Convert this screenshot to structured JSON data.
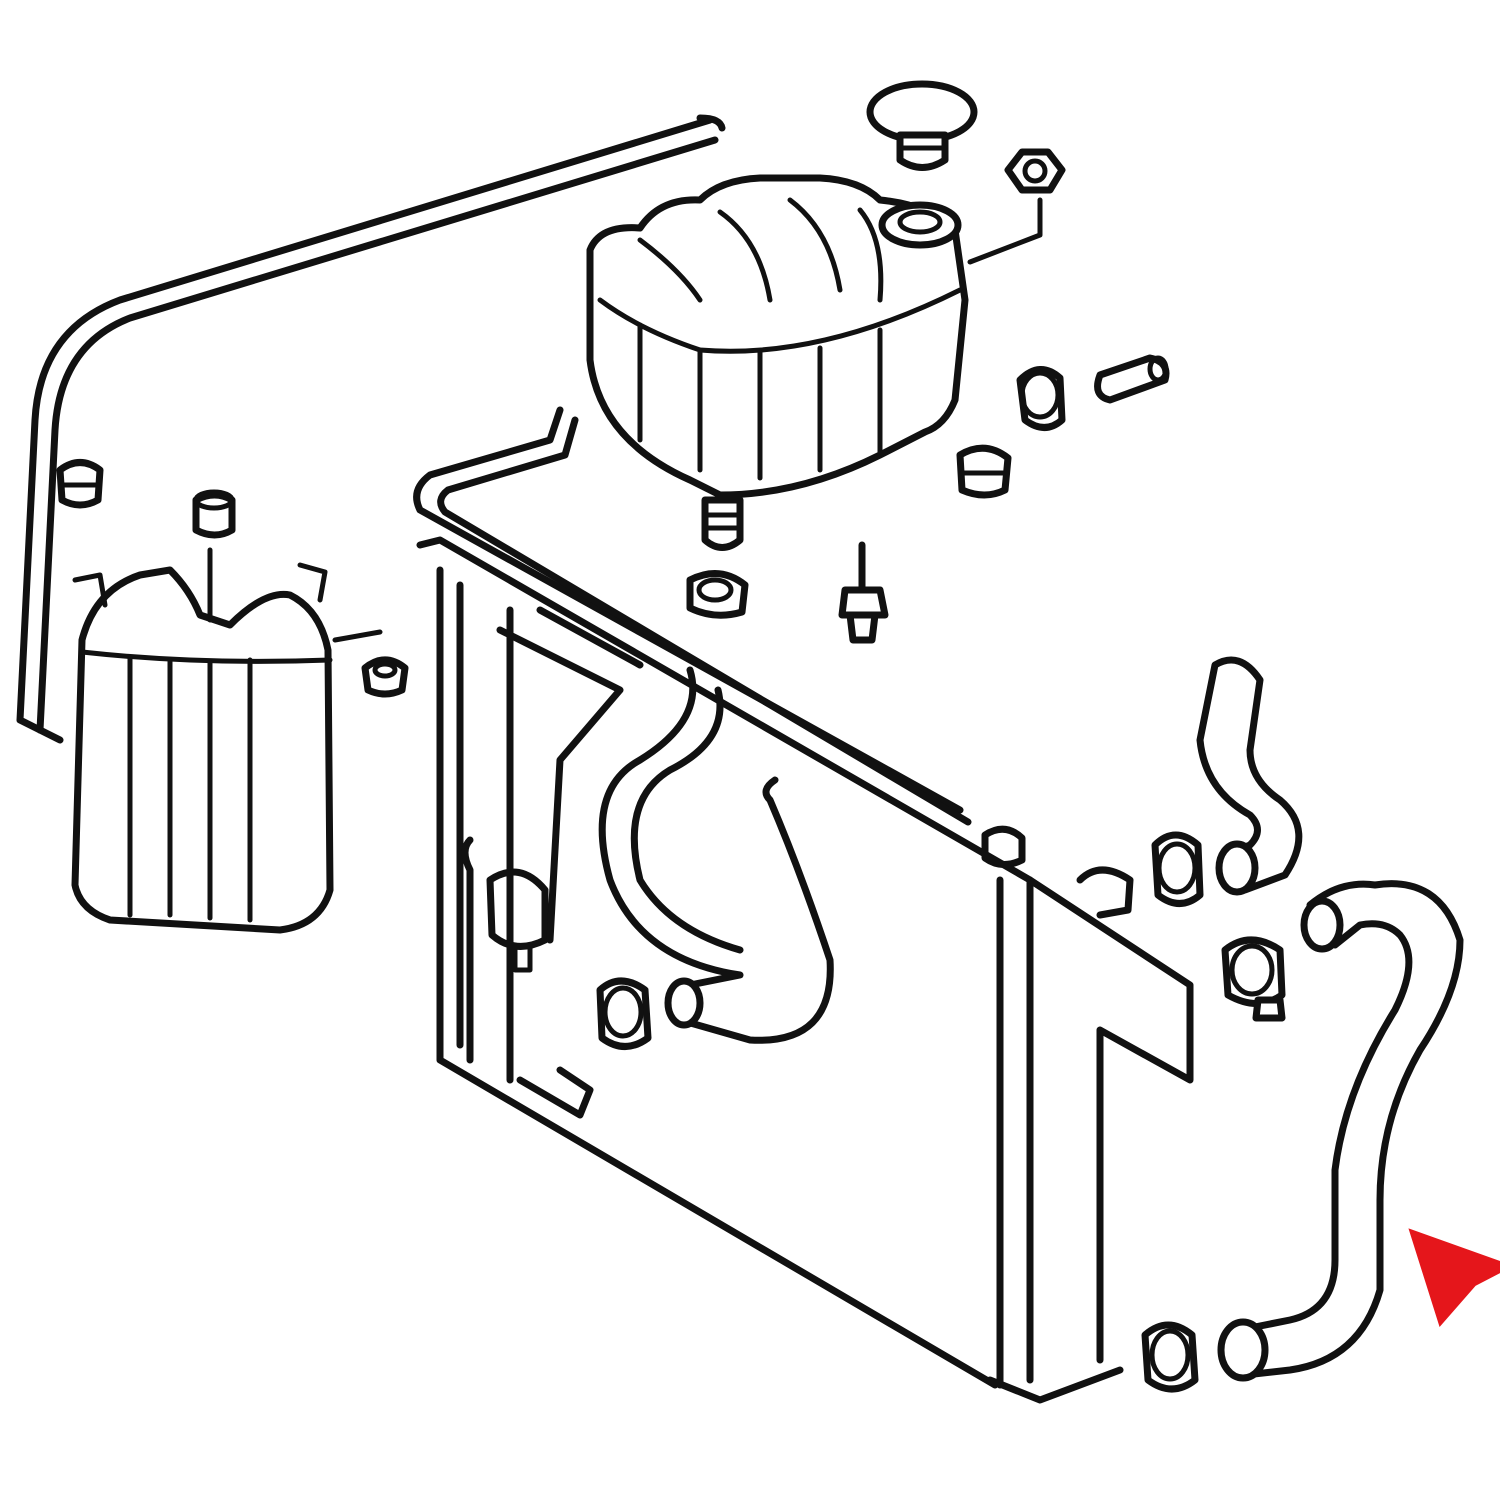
{
  "diagram": {
    "colors": {
      "line": "#111111",
      "background": "#ffffff",
      "marker": "#e5161b"
    },
    "parts": [
      "expansion-tank",
      "tank-cap",
      "reservoir-tank",
      "radiator",
      "upper-radiator-hose",
      "lower-radiator-hose",
      "small-hose",
      "overflow-line",
      "hose-clamp",
      "grommet",
      "drain-plug",
      "sensor-bolt",
      "hose-connector",
      "fill-cap"
    ],
    "highlighted_part": "lower-radiator-hose",
    "marker_icon": "arrow-pointer-icon"
  }
}
